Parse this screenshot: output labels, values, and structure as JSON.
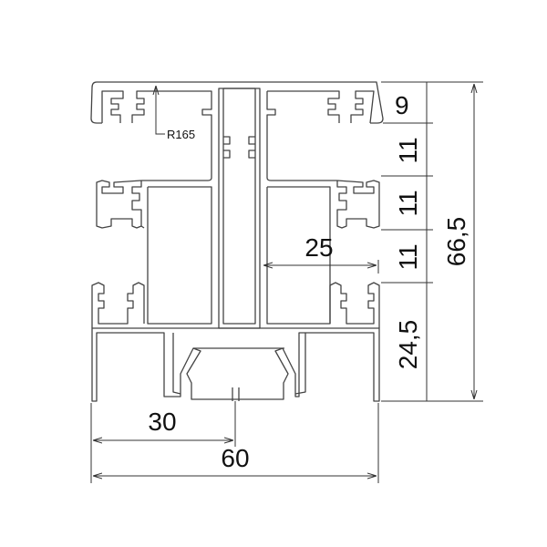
{
  "drawing": {
    "dimensions": {
      "top_flange": "9",
      "pitch_1": "11",
      "pitch_2": "11",
      "pitch_3": "11",
      "bottom_section": "24,5",
      "overall_height": "66,5",
      "half_width_offset": "25",
      "center_width": "30",
      "overall_width": "60"
    },
    "radius_label": "R165",
    "colors": {
      "line": "#444444",
      "text": "#111111"
    }
  }
}
